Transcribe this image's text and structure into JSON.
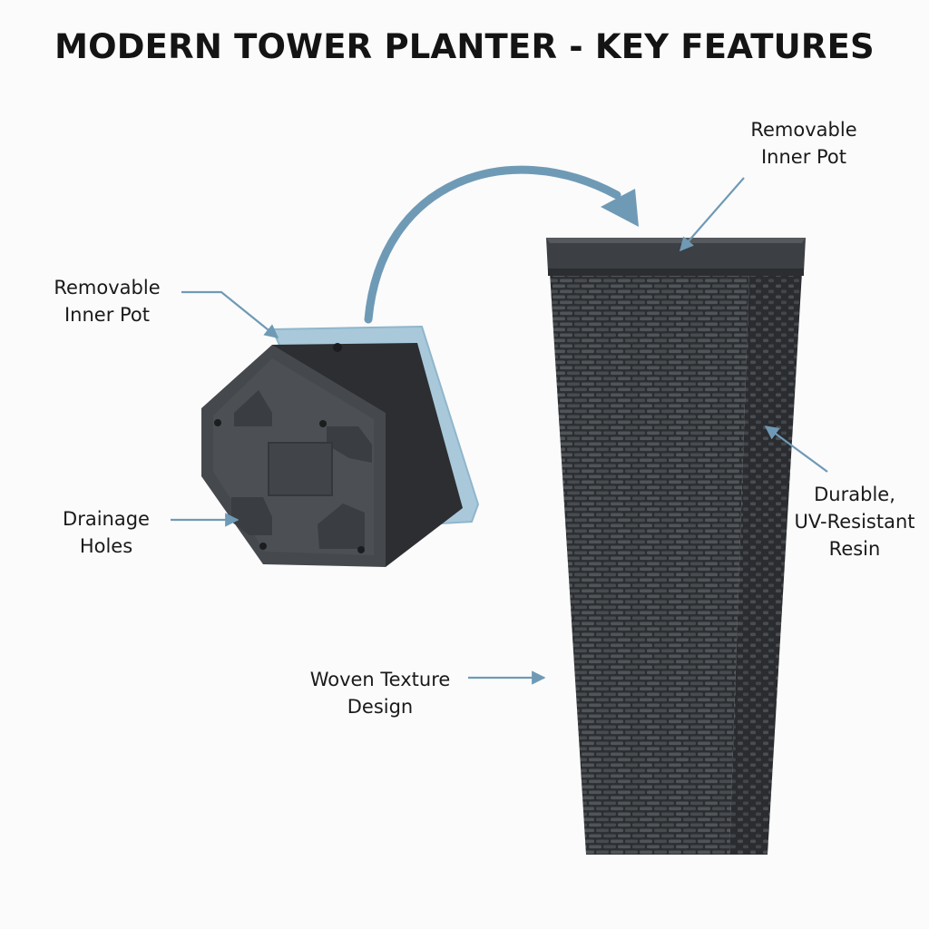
{
  "title": "MODERN TOWER PLANTER - KEY FEATURES",
  "callouts": {
    "inner_pot_top": {
      "line1": "Removable",
      "line2": "Inner Pot"
    },
    "inner_pot_left": {
      "line1": "Removable",
      "line2": "Inner Pot"
    },
    "drainage": {
      "line1": "Drainage",
      "line2": "Holes"
    },
    "resin": {
      "line1": "Durable,",
      "line2": "UV-Resistant",
      "line3": "Resin"
    },
    "texture": {
      "line1": "Woven Texture",
      "line2": "Design"
    }
  },
  "colors": {
    "accent": "#6f9ab6",
    "pot_light": "#a9c9db",
    "planter_dark": "#3a3d41",
    "weave": "#5a5e63"
  },
  "icons": [
    "curved-arrow-icon",
    "callout-arrow-icon"
  ]
}
